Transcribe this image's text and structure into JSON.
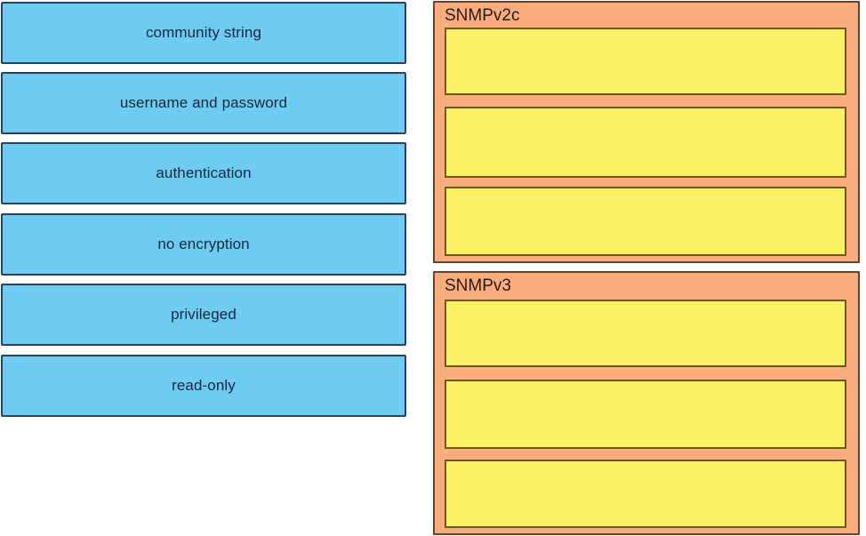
{
  "background_color": "#ffffff",
  "palette": {
    "tile_fill": "#6ecbf2",
    "tile_border": "#2b4257",
    "tile_text": "#16283c",
    "group_fill": "#f9ad7e",
    "group_border": "#6b4226",
    "group_title_text": "#2a1a10",
    "slot_fill": "#fcf165",
    "slot_border": "#6b5a1e"
  },
  "source_pool": {
    "name": "answer-choices",
    "tiles": [
      {
        "label": "community string"
      },
      {
        "label": "username and password"
      },
      {
        "label": "authentication"
      },
      {
        "label": "no encryption"
      },
      {
        "label": "privileged"
      },
      {
        "label": "read-only"
      }
    ]
  },
  "target_groups": [
    {
      "title": "SNMPv2c",
      "slots": [
        {
          "label": ""
        },
        {
          "label": ""
        },
        {
          "label": ""
        }
      ]
    },
    {
      "title": "SNMPv3",
      "slots": [
        {
          "label": ""
        },
        {
          "label": ""
        },
        {
          "label": ""
        }
      ]
    }
  ]
}
